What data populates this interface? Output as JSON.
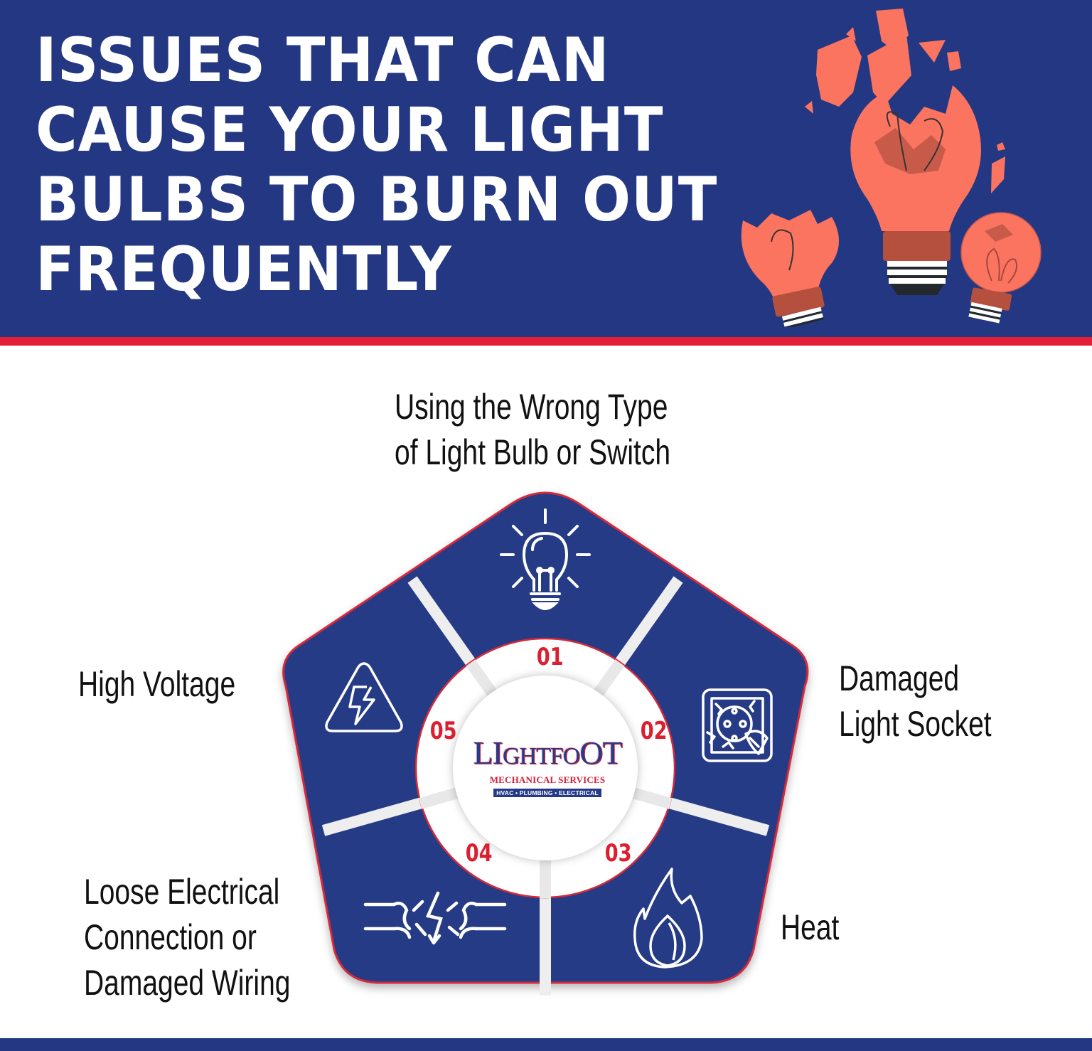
{
  "header": {
    "title_lines": [
      "ISSUES THAT CAN",
      "CAUSE YOUR LIGHT",
      "BULBS TO BURN OUT",
      "FREQUENTLY"
    ],
    "illustration": "broken-light-bulbs-illustration"
  },
  "colors": {
    "navy": "#243782",
    "red": "#e21f36",
    "number_red": "#dc1f30",
    "bulb_coral": "#fa7460",
    "white": "#ffffff",
    "text": "#111111"
  },
  "issues": [
    {
      "number": "01",
      "label_lines": [
        "Using the Wrong Type",
        "of Light Bulb or Switch"
      ],
      "icon": "light-bulb-icon"
    },
    {
      "number": "02",
      "label_lines": [
        "Damaged",
        "Light Socket"
      ],
      "icon": "broken-socket-icon"
    },
    {
      "number": "03",
      "label_lines": [
        "Heat"
      ],
      "icon": "flame-icon"
    },
    {
      "number": "04",
      "label_lines": [
        "Loose Electrical",
        "Connection or",
        "Damaged Wiring"
      ],
      "icon": "broken-wire-icon"
    },
    {
      "number": "05",
      "label_lines": [
        "High Voltage"
      ],
      "icon": "high-voltage-warning-icon"
    }
  ],
  "logo": {
    "main_big_1": "LI",
    "main_small": "GHTFO",
    "main_big_2": "OT",
    "subtitle": "MECHANICAL SERVICES",
    "tagline": "HVAC • PLUMBING • ELECTRICAL"
  }
}
